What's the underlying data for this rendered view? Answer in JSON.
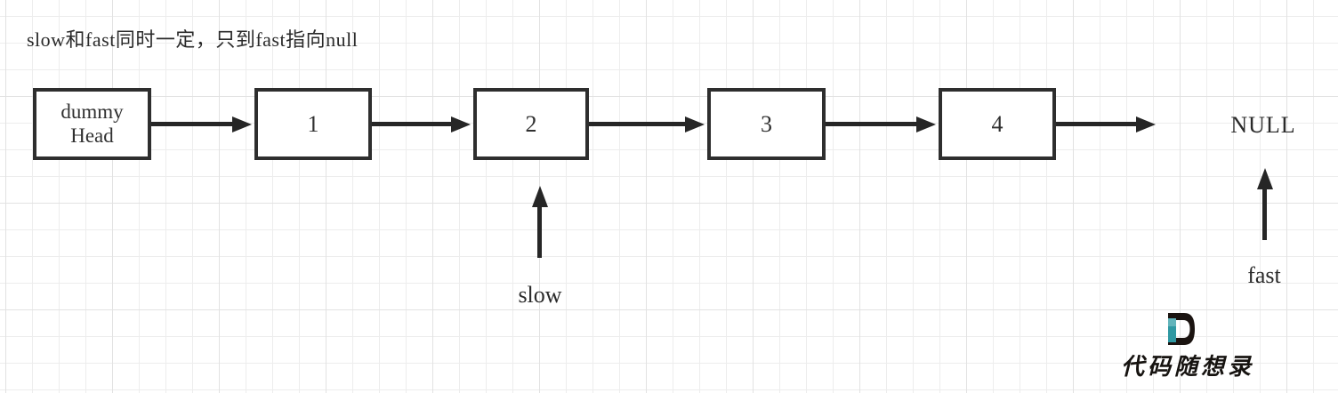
{
  "colors": {
    "ink": "#262626",
    "box_border": "#2e2e2e",
    "grid_minor": "#ededed",
    "grid_major": "#e2e2e2",
    "logo_black": "#1b1411",
    "logo_teal_light": "#62b4bb",
    "logo_teal_dark": "#2f98a2"
  },
  "annotation": {
    "title": "slow和fast同时一定，只到fast指向null"
  },
  "diagram": {
    "type": "linked-list",
    "nodes": [
      {
        "id": "dummy-head",
        "line1": "dummy",
        "line2": "Head"
      },
      {
        "id": "node-1",
        "line1": "1"
      },
      {
        "id": "node-2",
        "line1": "2"
      },
      {
        "id": "node-3",
        "line1": "3"
      },
      {
        "id": "node-4",
        "line1": "4"
      }
    ],
    "terminator": "NULL",
    "pointers": [
      {
        "name": "slow",
        "target": "node-2"
      },
      {
        "name": "fast",
        "target": "NULL"
      }
    ]
  },
  "watermark": {
    "brand": "代码随想录"
  }
}
